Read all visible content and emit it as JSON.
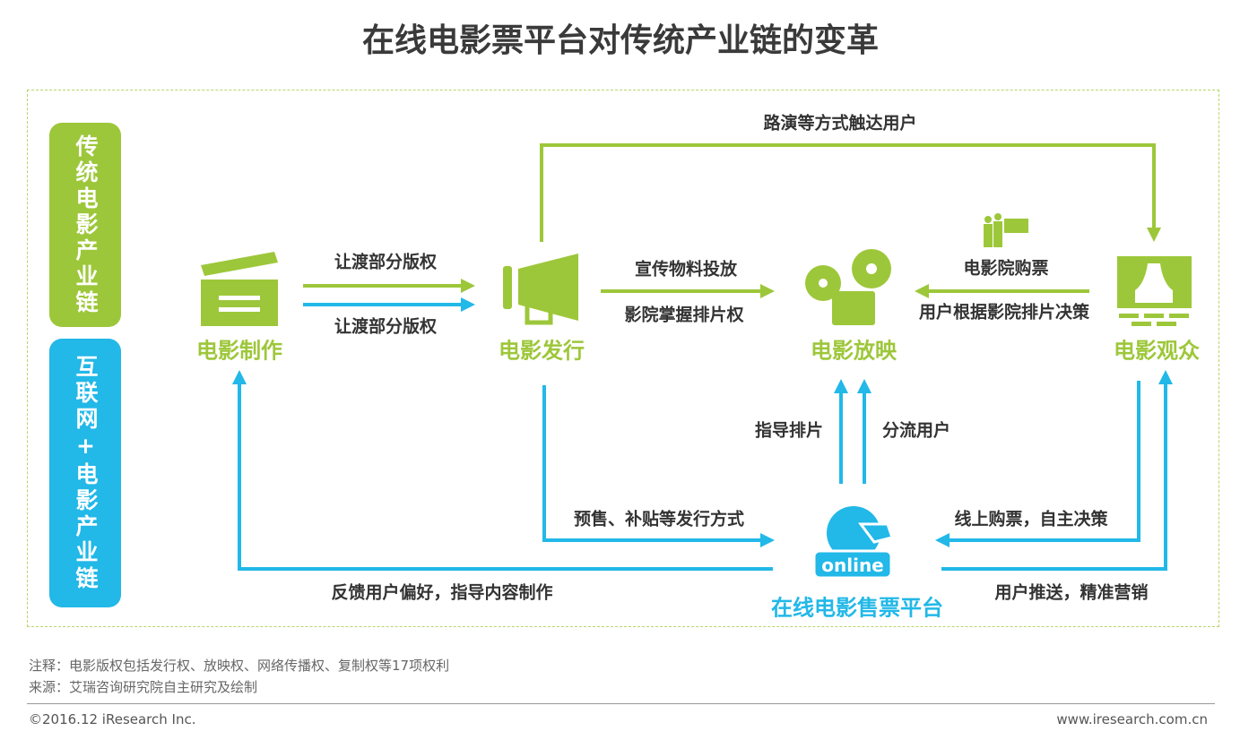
{
  "title": "在线电影票平台对传统产业链的变革",
  "side": {
    "traditional": "传统电影产业链",
    "internet": "互联网+电影产业链"
  },
  "nodes": {
    "production": "电影制作",
    "distribution": "电影发行",
    "screening": "电影放映",
    "audience": "电影观众",
    "platform": "在线电影售票平台",
    "online_badge": "online"
  },
  "labels": {
    "roadshow": "路演等方式触达用户",
    "rights_traditional": "让渡部分版权",
    "rights_online": "让渡部分版权",
    "promo": "宣传物料投放",
    "scheduling_right": "影院掌握排片权",
    "cinema_ticket": "电影院购票",
    "user_decision": "用户根据影院排片决策",
    "guide_schedule": "指导排片",
    "divert_users": "分流用户",
    "presale": "预售、补贴等发行方式",
    "feedback": "反馈用户偏好，指导内容制作",
    "online_purchase": "线上购票，自主决策",
    "push": "用户推送，精准营销"
  },
  "notes": {
    "note": "注释：电影版权包括发行权、放映权、网络传播权、复制权等17项权利",
    "source": "来源：艾瑞咨询研究院自主研究及绘制"
  },
  "footer": {
    "copyright": "©2016.12 iResearch Inc.",
    "website": "www.iresearch.com.cn"
  },
  "colors": {
    "green": "#9dc73a",
    "blue": "#22b8e8"
  }
}
